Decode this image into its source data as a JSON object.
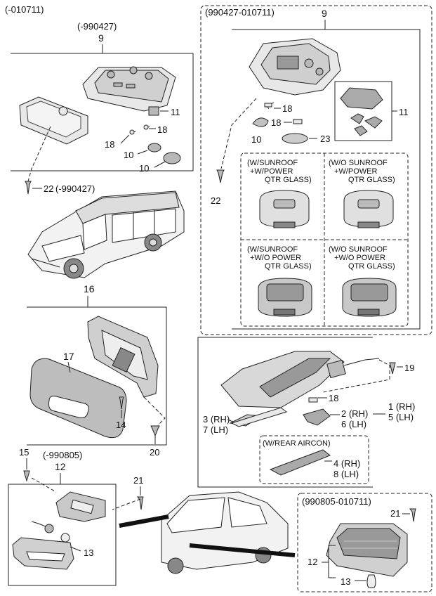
{
  "header_range": "(-010711)",
  "left_lamp": {
    "date": "(-990427)",
    "ref": "9",
    "part_11": "11",
    "part_18a": "18",
    "part_18b": "18",
    "part_10a": "10",
    "part_10b": "10",
    "part_22": "22",
    "part_22_note": "(-990427)"
  },
  "right_lamp": {
    "date": "(990427-010711)",
    "ref": "9",
    "part_18a": "18",
    "part_18b": "18",
    "part_10": "10",
    "part_23": "23",
    "part_11": "11",
    "part_22": "22",
    "variants": [
      {
        "line1": "(W/SUNROOF",
        "line2": "+W/POWER",
        "line3": "QTR GLASS)"
      },
      {
        "line1": "(W/O SUNROOF",
        "line2": "+W/POWER",
        "line3": "QTR GLASS)"
      },
      {
        "line1": "(W/SUNROOF",
        "line2": "+W/O POWER",
        "line3": "QTR GLASS)"
      },
      {
        "line1": "(W/O SUNROOF",
        "line2": "+W/O POWER",
        "line3": "QTR GLASS)"
      }
    ]
  },
  "sunvisor": {
    "ref": "16",
    "part_17": "17",
    "part_14": "14",
    "part_20": "20"
  },
  "console": {
    "part_19": "19",
    "part_18": "18",
    "part_3rh": "3 (RH)",
    "part_7lh": "7 (LH)",
    "part_2rh": "2 (RH)",
    "part_6lh": "6 (LH)",
    "part_1rh": "1 (RH)",
    "part_5lh": "5 (LH)",
    "rear_aircon": "(W/REAR AIRCON)",
    "part_4rh": "4 (RH)",
    "part_8lh": "8 (LH)"
  },
  "license_lamp": {
    "part_15": "15",
    "date": "(-990805)",
    "ref": "12",
    "part_13": "13",
    "part_21": "21"
  },
  "stop_lamp": {
    "date": "(990805-010711)",
    "part_21": "21",
    "part_12": "12",
    "part_13": "13"
  }
}
